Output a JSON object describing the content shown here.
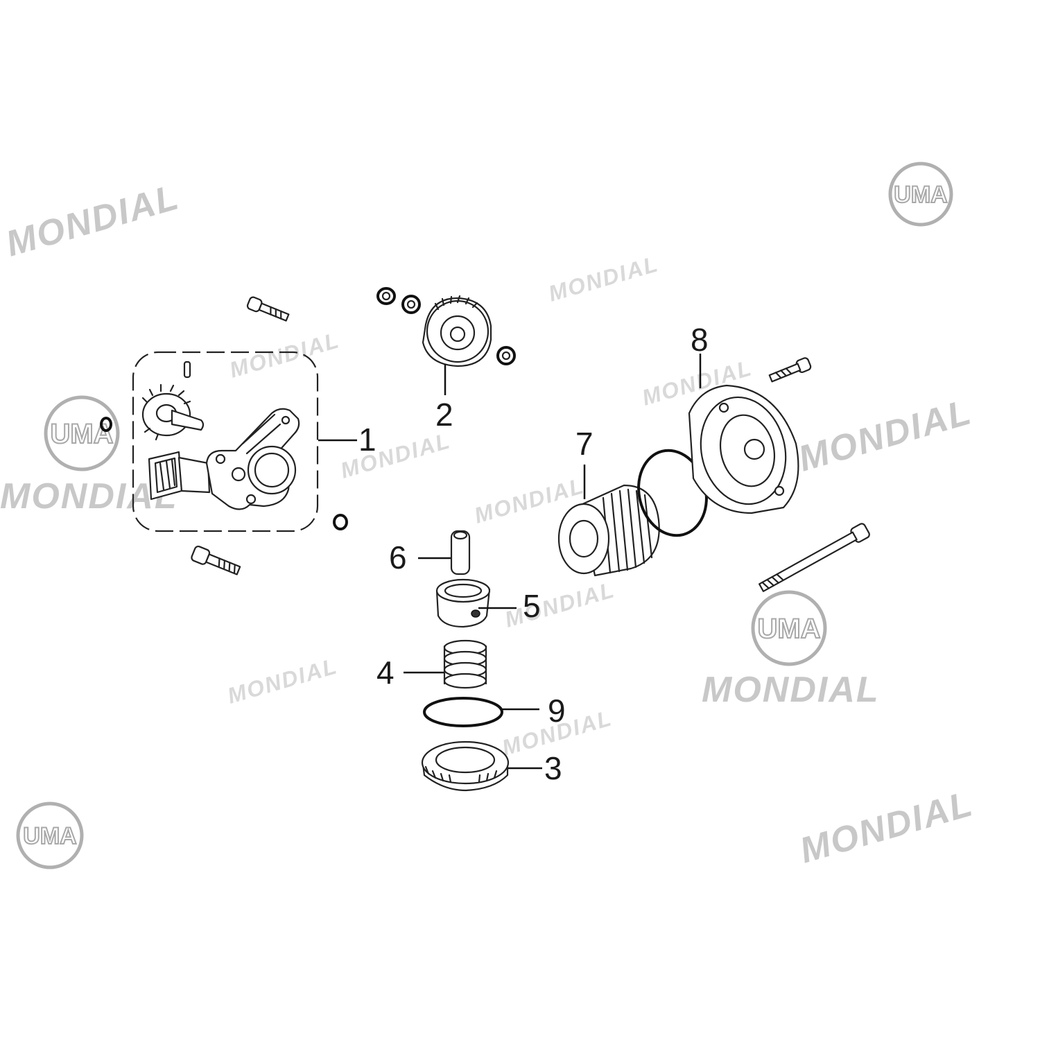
{
  "watermarks": {
    "mondial_text": "MONDIAL",
    "uma_text": "UMA"
  },
  "callouts": [
    {
      "id": "1",
      "label": "1"
    },
    {
      "id": "2",
      "label": "2"
    },
    {
      "id": "3",
      "label": "3"
    },
    {
      "id": "4",
      "label": "4"
    },
    {
      "id": "5",
      "label": "5"
    },
    {
      "id": "6",
      "label": "6"
    },
    {
      "id": "7",
      "label": "7"
    },
    {
      "id": "8",
      "label": "8"
    },
    {
      "id": "9",
      "label": "9"
    }
  ],
  "colors": {
    "line": "#222222",
    "watermark": "#d9d9d9",
    "background": "#ffffff"
  }
}
